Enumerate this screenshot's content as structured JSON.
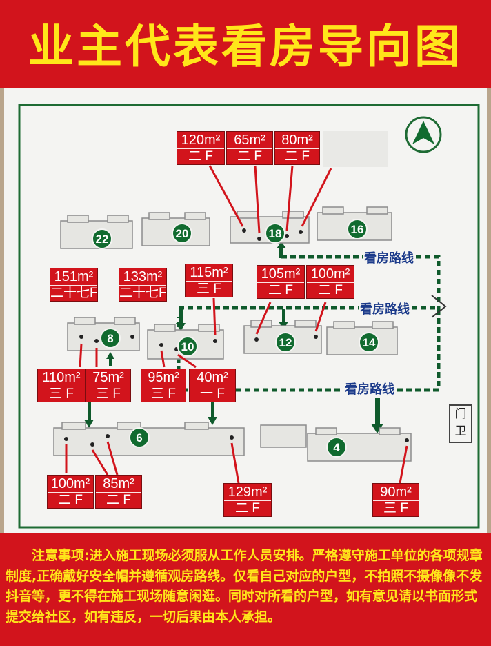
{
  "sign": {
    "title": "业主代表看房导向图",
    "notice": "注意事项:进入施工现场必须服从工作人员安排。严格遵守施工单位的各项规章制度,正确戴好安全帽并遵循观房路线。仅看自己对应的户型，不拍照不摄像像不发抖音等，更不得在施工现场随意闲逛。同时对所看的户型，如有意见请以书面形式提交给社区，如有违反，一切后果由本人承担。"
  },
  "map": {
    "buildings": [
      "22",
      "20",
      "18",
      "16",
      "8",
      "10",
      "12",
      "14",
      "6",
      "4"
    ],
    "route_label": "看房路线",
    "gate_label": "门卫",
    "units": [
      {
        "area": "120m²",
        "floor": "二 F"
      },
      {
        "area": "65m²",
        "floor": "二 F"
      },
      {
        "area": "80m²",
        "floor": "二 F"
      },
      {
        "area": "151m²",
        "floor": "二十七F"
      },
      {
        "area": "133m²",
        "floor": "二十七F"
      },
      {
        "area": "115m²",
        "floor": "三 F"
      },
      {
        "area": "105m²",
        "floor": "二 F"
      },
      {
        "area": "100m²",
        "floor": "二 F"
      },
      {
        "area": "110m²",
        "floor": "三 F"
      },
      {
        "area": "75m²",
        "floor": "三 F"
      },
      {
        "area": "95m²",
        "floor": "三 F"
      },
      {
        "area": "40m²",
        "floor": "一 F"
      },
      {
        "area": "100m²",
        "floor": "二 F"
      },
      {
        "area": "85m²",
        "floor": "二 F"
      },
      {
        "area": "129m²",
        "floor": "二 F"
      },
      {
        "area": "90m²",
        "floor": "三 F"
      }
    ]
  },
  "colors": {
    "banner_red": "#d2141c",
    "title_yellow": "#ffe61a",
    "route_green": "#0f5a2c",
    "route_text_blue": "#1b3a8a"
  }
}
